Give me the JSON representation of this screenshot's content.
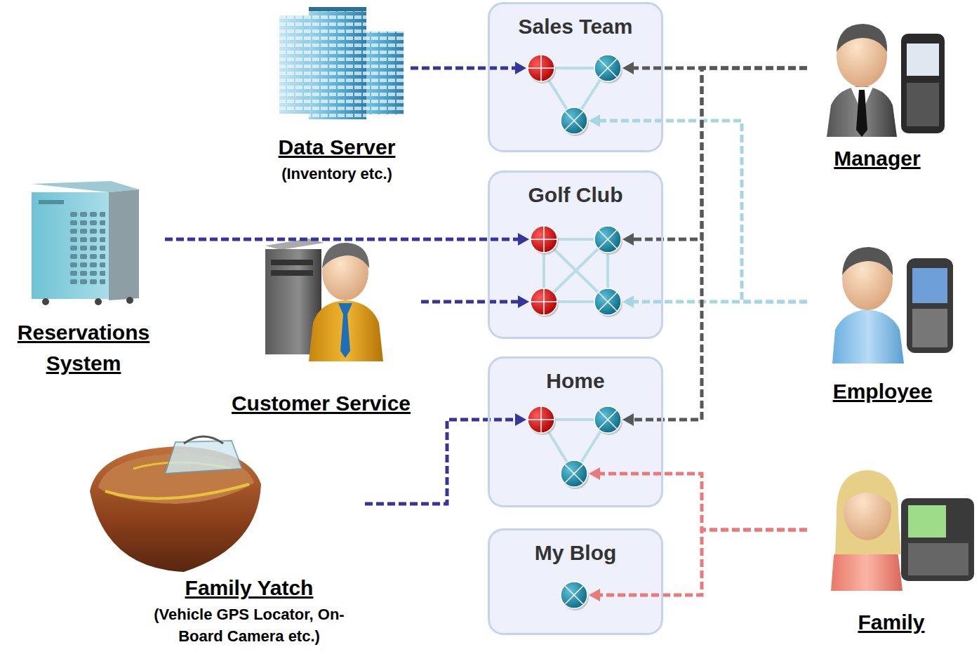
{
  "diagram": {
    "nodes": [
      {
        "text": [
          "Data Server",
          "(Inventory etc.)"
        ]
      },
      {
        "text": [
          "Sales Team"
        ]
      },
      {
        "text": [
          "Manager"
        ]
      },
      {
        "text": [
          "Reservations System"
        ]
      },
      {
        "text": [
          "Golf Club"
        ]
      },
      {
        "text": [
          "Customer Service"
        ]
      },
      {
        "text": [
          "Employee"
        ]
      },
      {
        "text": [
          "Home"
        ]
      },
      {
        "text": [
          "Family Yatch",
          "(Vehicle GPS Locator, On-Board Camera etc.)"
        ]
      },
      {
        "text": [
          "My Blog"
        ]
      },
      {
        "text": [
          "Family"
        ]
      }
    ],
    "edges": [
      {
        "from": 0,
        "to": 1,
        "arrow": "to"
      },
      {
        "from": 2,
        "to": 1,
        "arrow": "to"
      },
      {
        "from": 6,
        "to": 1,
        "arrow": "to"
      },
      {
        "from": 3,
        "to": 4,
        "arrow": "to"
      },
      {
        "from": 5,
        "to": 4,
        "arrow": "to"
      },
      {
        "from": 2,
        "to": 4,
        "arrow": "to"
      },
      {
        "from": 6,
        "to": 4,
        "arrow": "to"
      },
      {
        "from": 8,
        "to": 7,
        "arrow": "to"
      },
      {
        "from": 2,
        "to": 7,
        "arrow": "to"
      },
      {
        "from": 10,
        "to": 7,
        "arrow": "to"
      },
      {
        "from": 10,
        "to": 9,
        "arrow": "to"
      }
    ]
  }
}
